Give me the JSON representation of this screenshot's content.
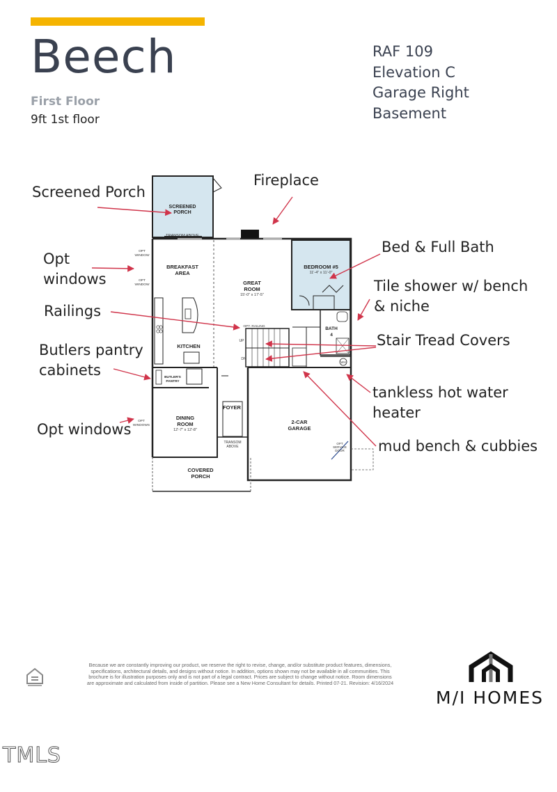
{
  "header": {
    "model_name": "Beech",
    "floor_label": "First Floor",
    "ceiling_note": "9ft 1st floor",
    "specs": [
      "RAF 109",
      "Elevation C",
      "Garage Right",
      "Basement"
    ]
  },
  "colors": {
    "accent": "#f5b400",
    "title": "#3a4150",
    "highlight_room": "#d5e6ef",
    "arrow": "#d0344a"
  },
  "annotations": {
    "screened_porch": "Screened Porch",
    "fireplace": "Fireplace",
    "opt_windows_1": "Opt",
    "opt_windows_2": "windows",
    "bed_bath": "Bed & Full Bath",
    "tile_shower_1": "Tile shower w/ bench",
    "tile_shower_2": "& niche",
    "railings": "Railings",
    "stair_tread": "Stair Tread Covers",
    "butlers_1": "Butlers pantry",
    "butlers_2": "cabinets",
    "tankless_1": "tankless hot water",
    "tankless_2": "heater",
    "opt_windows_lower": "Opt windows",
    "mud_bench": "mud bench & cubbies"
  },
  "floor_plan": {
    "screened_porch": [
      "SCREENED",
      "PORCH"
    ],
    "transom_above": "TRANSOM ABOVE",
    "breakfast": [
      "BREAKFAST",
      "AREA"
    ],
    "great_room": [
      "GREAT",
      "ROOM"
    ],
    "great_room_dims": "15'-0\" x 17'-5\"",
    "bedroom": "BEDROOM #5",
    "bedroom_dims": "11'-4\" x 11'-0\"",
    "opt_window": [
      "OPT",
      "WINDOW"
    ],
    "opt_railing": "OPT. RAILING",
    "up": "UP",
    "dn": "DN",
    "bath": [
      "BATH",
      "4"
    ],
    "kitchen": "KITCHEN",
    "butlers_pantry": [
      "BUTLER'S",
      "PANTRY"
    ],
    "wh": "WH",
    "dining": [
      "DINING",
      "ROOM"
    ],
    "dining_dims": "12'-7\" x 12'-8\"",
    "opt_windows": [
      "OPT",
      "WINDOWS"
    ],
    "foyer": "FOYER",
    "transom_above_2": [
      "TRANSOM",
      "ABOVE"
    ],
    "garage": [
      "2-CAR",
      "GARAGE"
    ],
    "opt_service_door": [
      "OPT",
      "SERVICE",
      "DOOR"
    ],
    "covered_porch": [
      "COVERED",
      "PORCH"
    ]
  },
  "footer": {
    "disclaimer": "Because we are constantly improving our product, we reserve the right to revise, change, and/or substitute product features, dimensions, specifications, architectural details, and designs without notice. In addition, options shown may not be available in all communities. This brochure is for illustration purposes only and is not part of a legal contract. Prices are subject to change without notice. Room dimensions are approximate and calculated from inside of partition. Please see a New Home Consultant for details. Printed 07-21. Revision: 4/16/2024",
    "brand": "M/I HOMES",
    "watermark": "TMLS"
  }
}
